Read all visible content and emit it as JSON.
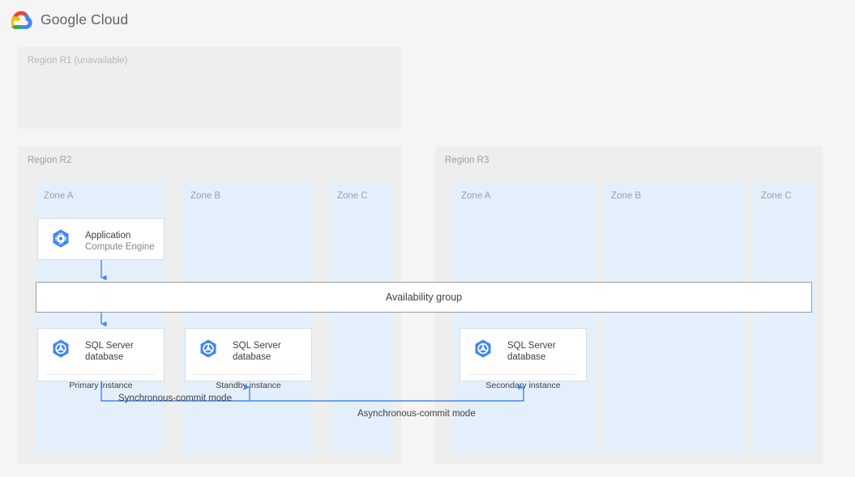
{
  "header": {
    "logo_icon": "google-cloud-logo",
    "brand": "Google Cloud",
    "brand_color": "#5f6368"
  },
  "colors": {
    "page_background": "#f5f5f5",
    "region_background": "#eeeeee",
    "zone_background": "#e3f0fb",
    "card_background": "#ffffff",
    "card_border": "#dadce0",
    "connector_blue": "#4285f4",
    "icon_blue": "#4285f4",
    "label_grey": "#9aa0a6",
    "text_dark": "#3c4043",
    "availability_border": "#9e9e9e"
  },
  "regions": [
    {
      "id": "r1",
      "label": "Region R1 (unavailable)",
      "available": false,
      "zones": []
    },
    {
      "id": "r2",
      "label": "Region R2",
      "available": true,
      "zones": [
        {
          "id": "r2-a",
          "label": "Zone A"
        },
        {
          "id": "r2-b",
          "label": "Zone B"
        },
        {
          "id": "r2-c",
          "label": "Zone C"
        }
      ]
    },
    {
      "id": "r3",
      "label": "Region R3",
      "available": true,
      "zones": [
        {
          "id": "r3-a",
          "label": "Zone A"
        },
        {
          "id": "r3-b",
          "label": "Zone B"
        },
        {
          "id": "r3-c",
          "label": "Zone C"
        }
      ]
    }
  ],
  "cards": {
    "application": {
      "icon": "compute-engine-icon",
      "title": "Application",
      "subtitle": "Compute Engine"
    },
    "db_primary": {
      "icon": "sql-server-database-icon",
      "title": "SQL Server\ndatabase",
      "footer": "Primary instance"
    },
    "db_standby": {
      "icon": "sql-server-database-icon",
      "title": "SQL Server\ndatabase",
      "footer": "Standby instance"
    },
    "db_secondary": {
      "icon": "sql-server-database-icon",
      "title": "SQL Server\ndatabase",
      "footer": "Secondary instance"
    }
  },
  "availability_group": {
    "label": "Availability group"
  },
  "connectors": {
    "sync_label": "Synchronous-commit mode",
    "async_label": "Asynchronous-commit mode"
  }
}
